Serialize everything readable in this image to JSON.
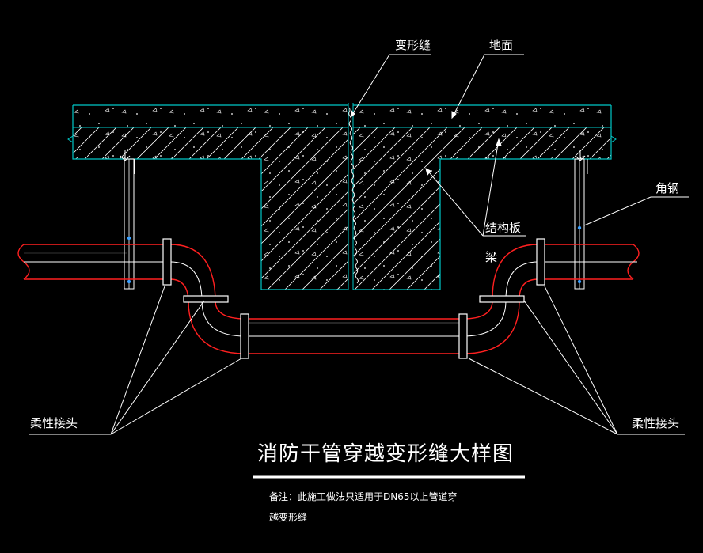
{
  "labels": {
    "expansion_joint": "变形缝",
    "ground": "地面",
    "angle_steel": "角钢",
    "structural_slab": "结构板",
    "beam": "梁",
    "flexible_joint_left": "柔性接头",
    "flexible_joint_right": "柔性接头"
  },
  "title": "消防干管穿越变形缝大样图",
  "note": {
    "line1": "备注：此施工做法只适用于DN65以上管道穿",
    "line2": "越变形缝"
  },
  "colors": {
    "background": "#000000",
    "concrete_outline": "#00c8c8",
    "pipe_outline": "#ff2020",
    "pipe_core": "#ffffff",
    "leader": "#ffffff",
    "anchor_dot": "#3aa0ff"
  }
}
